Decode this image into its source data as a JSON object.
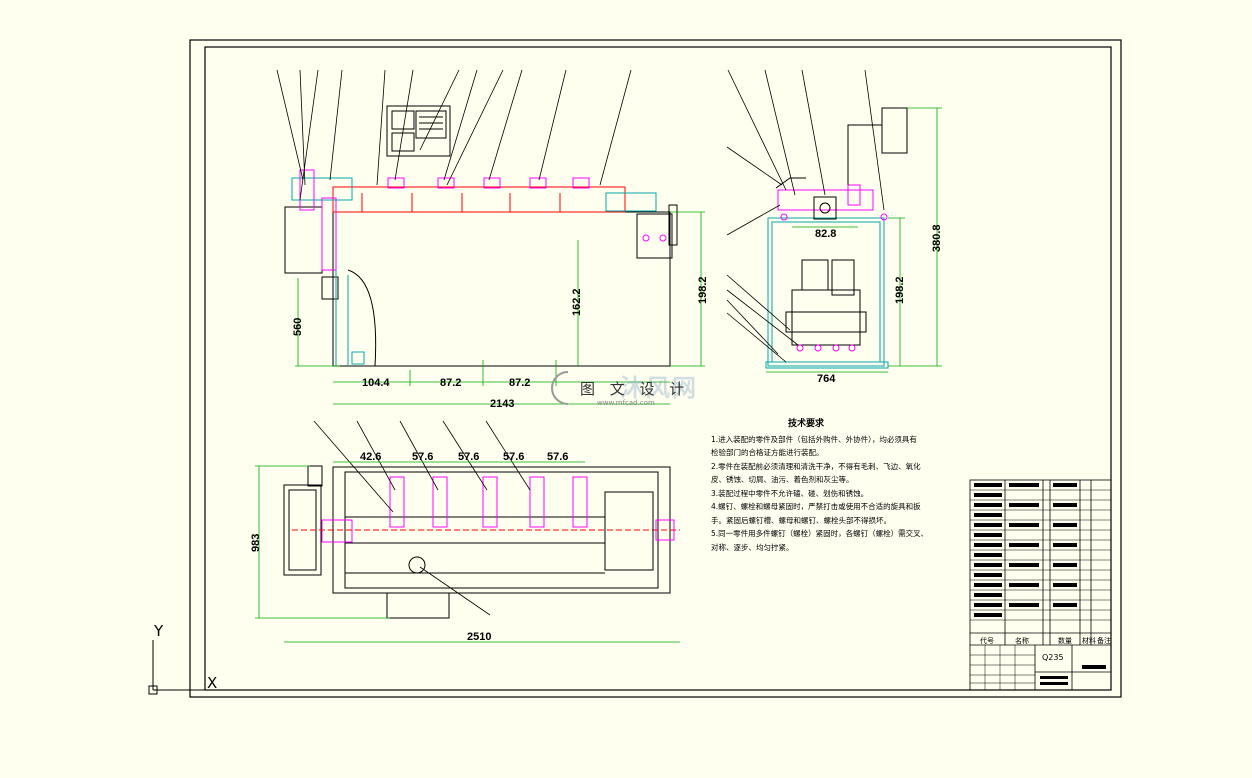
{
  "drawing": {
    "dimensions": {
      "front_height_left": "560",
      "front_seg1": "104.4",
      "front_seg2": "87.2",
      "front_seg3": "87.2",
      "front_overall": "2143",
      "front_inner_height": "162.2",
      "front_right_height": "198.2",
      "side_width_top": "82.8",
      "side_height": "198.2",
      "side_overall_height": "380.8",
      "side_base_width": "764",
      "top_seg1": "42.6",
      "top_seg2": "57.6",
      "top_seg3": "57.6",
      "top_seg4": "57.6",
      "top_seg5": "57.6",
      "top_depth": "983",
      "top_overall": "2510"
    },
    "notes": {
      "title": "技术要求",
      "lines": [
        "1.进入装配的零件及部件（包括外购件、外协件），均必须具有",
        "检验部门的合格证方能进行装配。",
        "2.零件在装配前必须清理和清洗干净，不得有毛刺、飞边、氧化",
        "皮、锈蚀、切屑、油污、着色剂和灰尘等。",
        "3.装配过程中零件不允许磕、碰、划伤和锈蚀。",
        "4.螺钉、螺栓和螺母紧固时，严禁打击或使用不合适的旋具和扳",
        "手。紧固后螺钉槽、螺母和螺钉、螺栓头部不得损坏。",
        "5.同一零件用多件螺钉（螺栓）紧固时，各螺钉（螺栓）需交叉、",
        "对称、逐步、均匀拧紧。"
      ]
    },
    "title_block": {
      "material": "Q235",
      "col_labels": [
        "代号",
        "名称",
        "数量",
        "材料",
        "备注"
      ]
    },
    "watermark": {
      "text": "图 文 设 计",
      "url": "www.mfcad.com",
      "logo_chars": "沐风网"
    },
    "ucs": {
      "x_axis": "X",
      "y_axis": "Y"
    },
    "colors": {
      "background": "#fffff0",
      "line": "#000000",
      "magenta": "#ff00ff",
      "cyan": "#00aaaa",
      "red": "#ff0000",
      "green": "#00aa00",
      "blue": "#0000ff"
    }
  }
}
